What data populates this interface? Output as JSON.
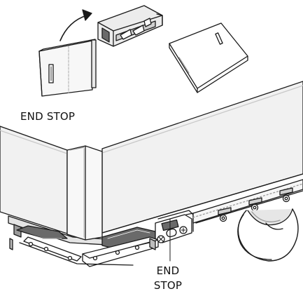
{
  "labels": {
    "top_callout": "END STOP",
    "bottom_callout_line1": "END",
    "bottom_callout_line2": "STOP"
  },
  "colors": {
    "line": "#1a1a1a",
    "panel_fill": "#f3f3f3",
    "shade_fill": "#d9d9d9",
    "dark_fill": "#6a6a6a"
  }
}
